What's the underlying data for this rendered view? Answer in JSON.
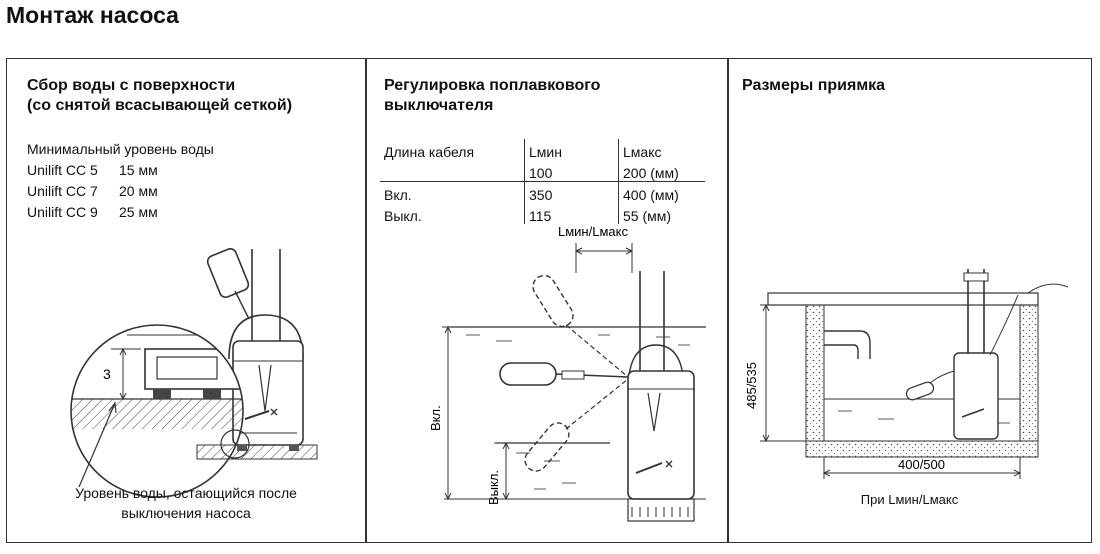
{
  "page_title": "Монтаж насоса",
  "panel1": {
    "title_line1": "Сбор воды с поверхности",
    "title_line2": "(со снятой всасывающей сеткой)",
    "subtitle": "Минимальный уровень воды",
    "models": [
      {
        "name": "Unilift CC 5",
        "level": "15 мм"
      },
      {
        "name": "Unilift CC 7",
        "level": "20 мм"
      },
      {
        "name": "Unilift CC 9",
        "level": "25 мм"
      }
    ],
    "dimension_label": "3",
    "caption_line1": "Уровень воды, остающийся после",
    "caption_line2": "выключения насоса"
  },
  "panel2": {
    "title_line1": "Регулировка поплавкового",
    "title_line2": "выключателя",
    "table": {
      "col1_header": "Длина кабеля",
      "col2_header": "Lмин",
      "col3_header": "Lмакс",
      "row0": [
        "",
        "100",
        "200 (мм)"
      ],
      "row1": [
        "Вкл.",
        "350",
        "400 (мм)"
      ],
      "row2": [
        "Выкл.",
        "115",
        "55 (мм)"
      ]
    },
    "diagram_label_top": "Lмин/Lмакс",
    "label_on": "Вкл.",
    "label_off": "Выкл."
  },
  "panel3": {
    "title": "Размеры приямка",
    "height_label": "485/535",
    "width_label": "400/500",
    "caption": "При Lмин/Lмакс"
  }
}
